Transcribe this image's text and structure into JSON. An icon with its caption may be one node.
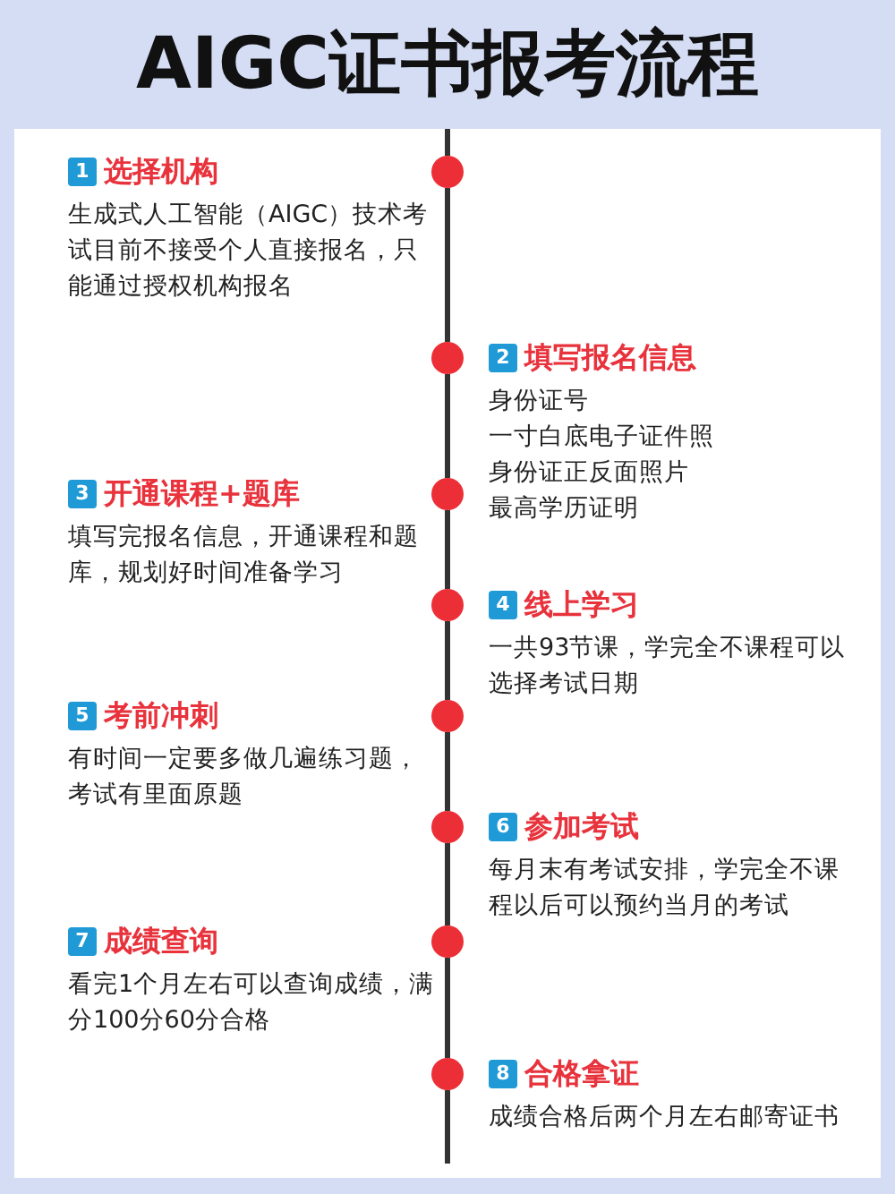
{
  "diagram": {
    "title": "AIGC证书报考流程",
    "nodes": [
      {
        "text": [],
        "shape": "circle",
        "beside": [
          "1",
          "选择机构",
          "生成式人工智能（AIGC）技术考试目前不接受个人直接报名，只能通过授权机构报名"
        ]
      },
      {
        "text": [],
        "shape": "circle",
        "beside": [
          "2",
          "填写报名信息",
          "身份证号",
          "一寸白底电子证件照",
          "身份证正反面照片",
          "最高学历证明"
        ]
      },
      {
        "text": [],
        "shape": "circle",
        "beside": [
          "3",
          "开通课程+题库",
          "填写完报名信息，开通课程和题库，规划好时间准备学习"
        ]
      },
      {
        "text": [],
        "shape": "circle",
        "beside": [
          "4",
          "线上学习",
          "一共93节课，学完全不课程可以选择考试日期"
        ]
      },
      {
        "text": [],
        "shape": "circle",
        "beside": [
          "5",
          "考前冲刺",
          "有时间一定要多做几遍练习题，考试有里面原题"
        ]
      },
      {
        "text": [],
        "shape": "circle",
        "beside": [
          "6",
          "参加考试",
          "每月末有考试安排，学完全不课程以后可以预约当月的考试"
        ]
      },
      {
        "text": [],
        "shape": "circle",
        "beside": [
          "7",
          "成绩查询",
          "看完1个月左右可以查询成绩，满分100分60分合格"
        ]
      },
      {
        "text": [],
        "shape": "circle",
        "beside": [
          "8",
          "合格拿证",
          "成绩合格后两个月左右邮寄证书"
        ]
      }
    ],
    "edges": [
      {
        "from": 0,
        "to": 1,
        "arrow": "none"
      },
      {
        "from": 1,
        "to": 2,
        "arrow": "none"
      },
      {
        "from": 2,
        "to": 3,
        "arrow": "none"
      },
      {
        "from": 3,
        "to": 4,
        "arrow": "none"
      },
      {
        "from": 4,
        "to": 5,
        "arrow": "none"
      },
      {
        "from": 5,
        "to": 6,
        "arrow": "none"
      },
      {
        "from": 6,
        "to": 7,
        "arrow": "none"
      }
    ]
  }
}
